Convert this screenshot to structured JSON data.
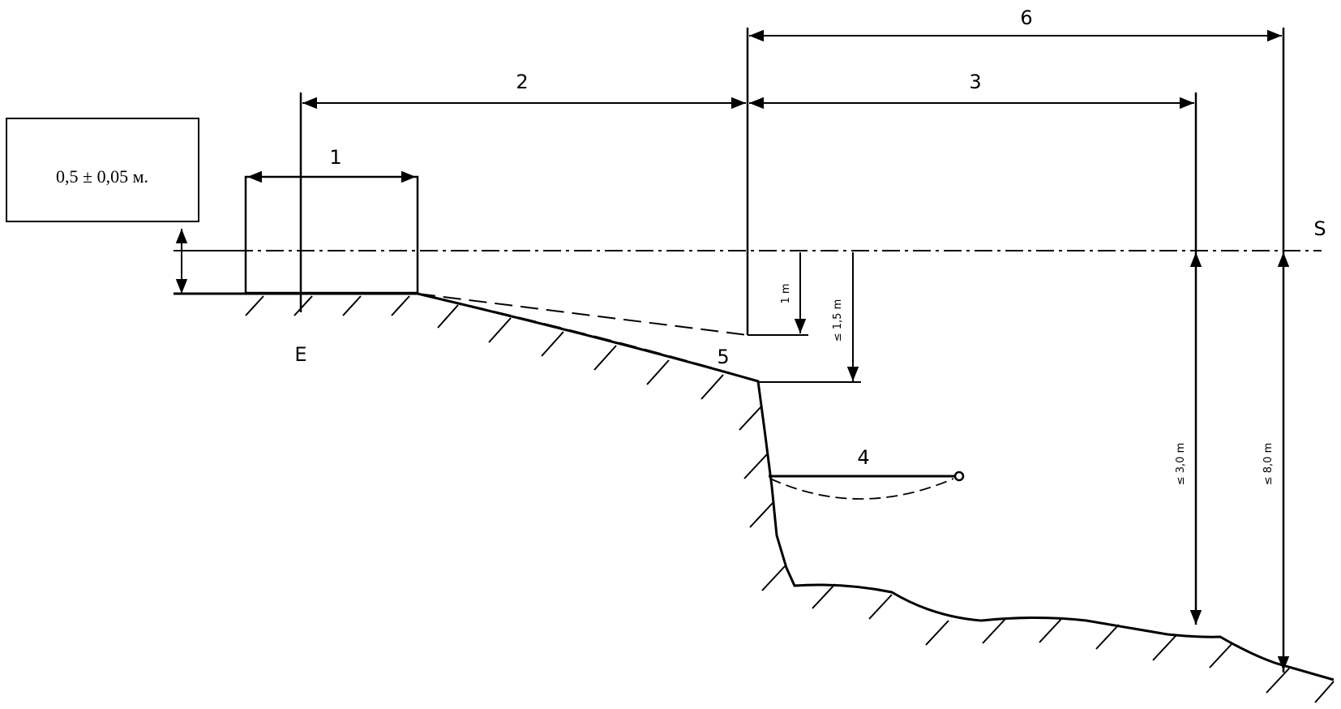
{
  "tolerance_label": "0,5 ± 0,05 м.",
  "labels": {
    "n1": "1",
    "n2": "2",
    "n3": "3",
    "n4": "4",
    "n5": "5",
    "n6": "6",
    "e": "E",
    "s": "S"
  },
  "dimensions": {
    "d1": "1 m",
    "d15": "≤ 1,5 m",
    "d30": "≤ 3,0 m",
    "d80": "≤ 8,0 m"
  }
}
